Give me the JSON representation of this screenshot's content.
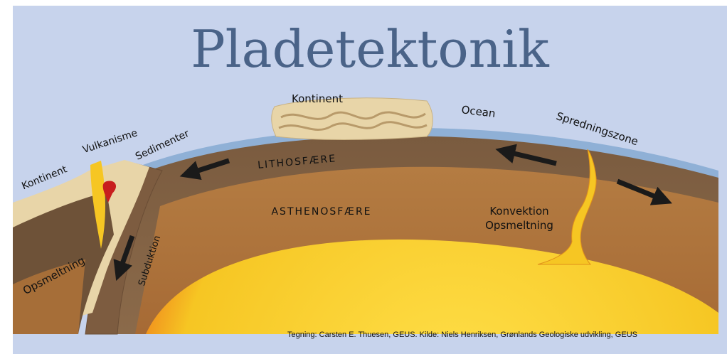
{
  "title": "Pladetektonik",
  "labels": {
    "kontinent_top": "Kontinent",
    "ocean": "Ocean",
    "spredningszone": "Spredningszone",
    "sedimenter": "Sedimenter",
    "vulkanisme": "Vulkanisme",
    "kontinent_left": "Kontinent",
    "lithosfaere": "LITHOSFÆRE",
    "asthenosfaere": "ASTHENOSFÆRE",
    "konvektion": "Konvektion",
    "opsmeltning_right": "Opsmeltning",
    "opsmeltning_left": "Opsmeltning",
    "subduktion": "Subduktion"
  },
  "credit": "Tegning: Carsten E. Thuesen, GEUS. Kilde: Niels Henriksen, Grønlands Geologiske udvikling, GEUS",
  "colors": {
    "sky": "#c7d3ec",
    "ocean": "#8fb0d6",
    "lithosphere": "#7a5b3f",
    "asthenosphere": "#b0793f",
    "magma": "#f6c623",
    "hot_rim": "#e03a1a",
    "continent": "#e8d5a8"
  }
}
